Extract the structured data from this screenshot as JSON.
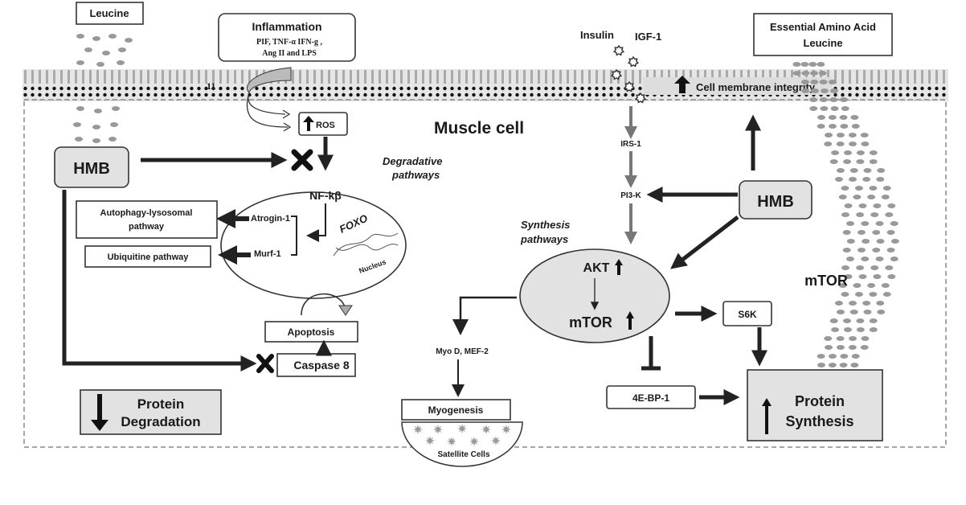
{
  "top": {
    "leucine": "Leucine",
    "inflammation_title": "Inflammation",
    "inflammation_line1": "PIF, TNF-α IFN-g ,",
    "inflammation_line2": "Ang II and LPS",
    "membrane_mark": "11",
    "insulin": "Insulin",
    "igf1": "IGF-1",
    "eaa_line1": "Essential Amino Acid",
    "eaa_line2": "Leucine",
    "membrane_integrity": "Cell membrane integrity"
  },
  "cell": {
    "title": "Muscle cell",
    "ros": "ROS",
    "hmb_left": "HMB",
    "degradative_line1": "Degradative",
    "degradative_line2": "pathways",
    "nfkb": "NF-kβ",
    "atrogin": "Atrogin-1",
    "murf": "Murf-1",
    "foxo": "FOXO",
    "nucleus": "Nucleus",
    "autophagy_line1": "Autophagy-lysosomal",
    "autophagy_line2": "pathway",
    "ubiquitine": "Ubiquitine pathway",
    "apoptosis": "Apoptosis",
    "caspase": "Caspase 8",
    "protein_degradation_line1": "Protein",
    "protein_degradation_line2": "Degradation",
    "irs1": "IRS-1",
    "pi3k": "PI3-K",
    "hmb_right": "HMB",
    "synthesis_line1": "Synthesis",
    "synthesis_line2": "pathways",
    "akt": "AKT",
    "mtor_inner": "mTOR",
    "myod": "Myo D, MEF-2",
    "myogenesis": "Myogenesis",
    "satellite": "Satellite Cells",
    "s6k": "S6K",
    "ebp": "4E-BP-1",
    "protein_synthesis_line1": "Protein",
    "protein_synthesis_line2": "Synthesis",
    "mtor_outer": "mTOR"
  }
}
